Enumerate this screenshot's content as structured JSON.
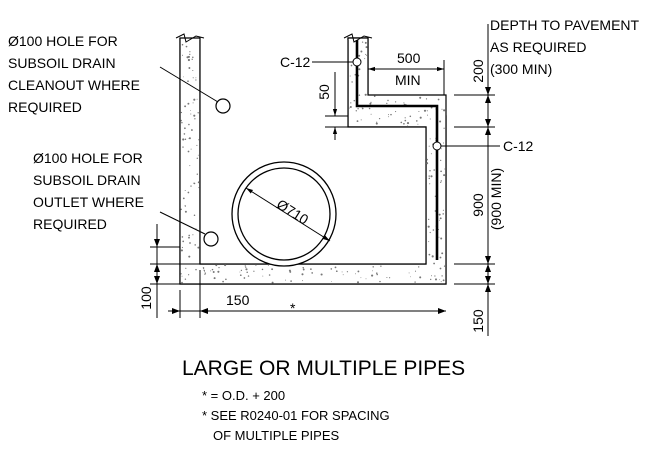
{
  "labels": {
    "hole_cleanout": [
      "Ø100 HOLE FOR",
      "SUBSOIL DRAIN",
      "CLEANOUT WHERE",
      "REQUIRED"
    ],
    "hole_outlet": [
      "Ø100 HOLE FOR",
      "SUBSOIL DRAIN",
      "OUTLET WHERE",
      "REQUIRED"
    ],
    "depth_pavement": [
      "DEPTH TO PAVEMENT",
      "AS REQUIRED",
      "(300 MIN)"
    ],
    "c12_top": "C-12",
    "c12_right": "C-12",
    "pipe_diameter": "Ø710"
  },
  "dimensions": {
    "d500": "500",
    "min": "MIN",
    "d50": "50",
    "d200": "200",
    "d900": "900",
    "d900min": "(900 MIN)",
    "d100": "100",
    "d150_bottom": "150",
    "star": "*",
    "d150_right": "150"
  },
  "title": "LARGE OR MULTIPLE PIPES",
  "notes": [
    "* = O.D. + 200",
    "* SEE R0240-01 FOR SPACING",
    "OF MULTIPLE PIPES"
  ]
}
